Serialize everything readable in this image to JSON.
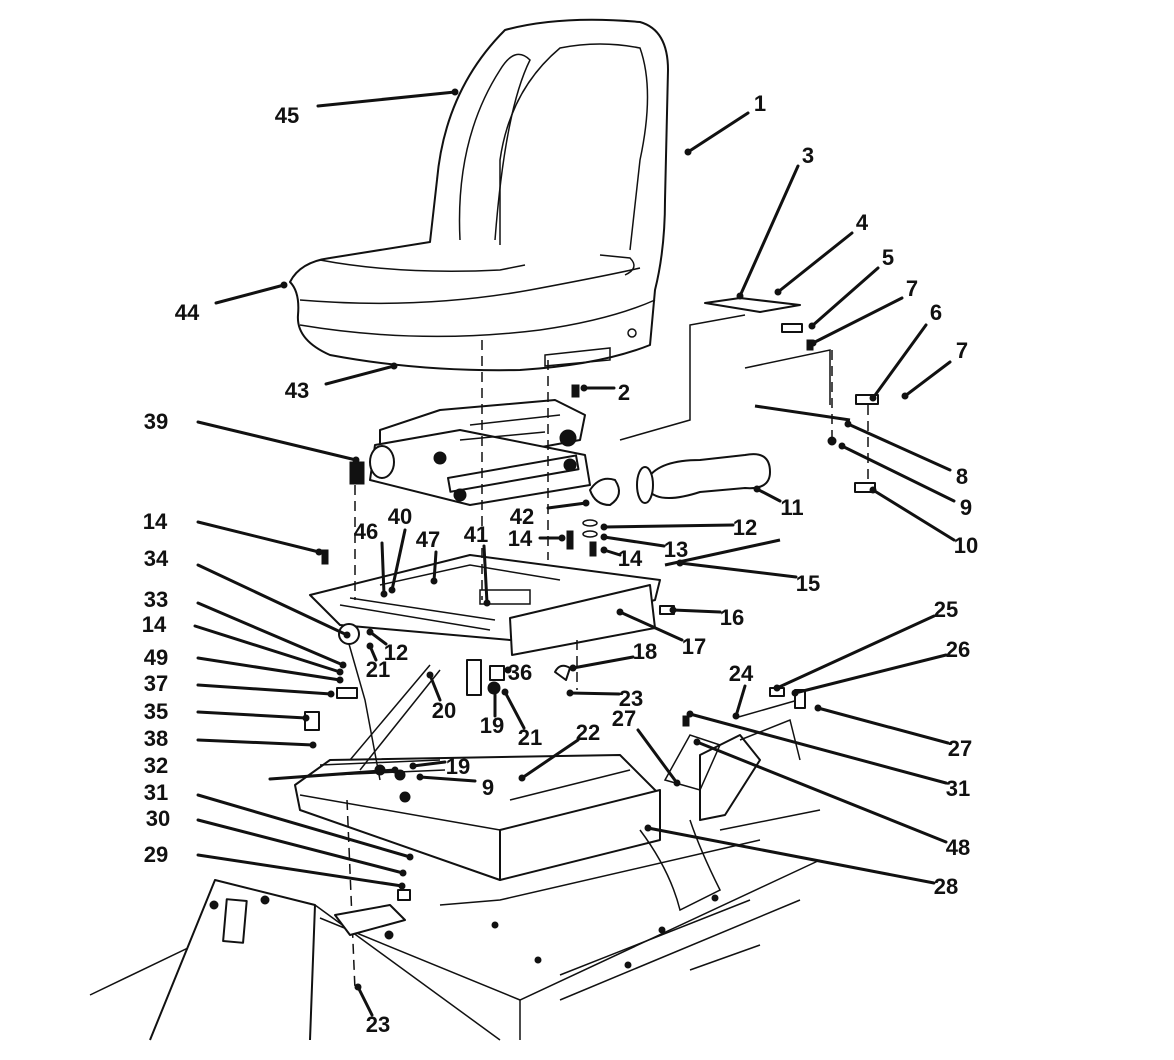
{
  "diagram": {
    "callout_labels": [
      "1",
      "2",
      "3",
      "4",
      "5",
      "6",
      "7",
      "7",
      "8",
      "9",
      "9",
      "10",
      "11",
      "12",
      "12",
      "13",
      "14",
      "14",
      "14",
      "14",
      "15",
      "16",
      "17",
      "18",
      "19",
      "19",
      "20",
      "21",
      "21",
      "22",
      "23",
      "23",
      "24",
      "25",
      "26",
      "27",
      "27",
      "28",
      "29",
      "30",
      "31",
      "31",
      "32",
      "33",
      "34",
      "35",
      "36",
      "37",
      "38",
      "39",
      "40",
      "41",
      "42",
      "43",
      "44",
      "45",
      "46",
      "47",
      "48",
      "49"
    ]
  }
}
